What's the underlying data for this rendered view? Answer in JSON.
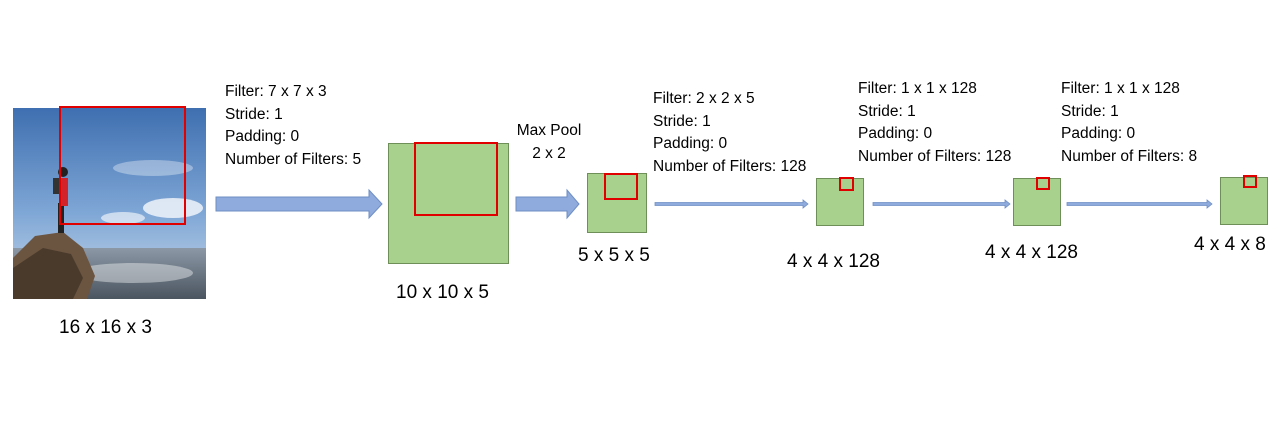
{
  "input": {
    "label": "16 x 16 x 3"
  },
  "conv1": {
    "filter": "Filter:  7 x 7 x 3",
    "stride": "Stride: 1",
    "padding": "Padding: 0",
    "filters": "Number of Filters: 5",
    "output": "10 x 10 x 5"
  },
  "pool": {
    "line1": "Max Pool",
    "line2": "2 x 2",
    "output": "5 x 5 x 5"
  },
  "conv2": {
    "filter": "Filter:  2 x 2 x 5",
    "stride": "Stride: 1",
    "padding": "Padding: 0",
    "filters": "Number of Filters: 128",
    "output": "4 x 4 x 128"
  },
  "conv3": {
    "filter": "Filter:  1 x 1 x 128",
    "stride": "Stride: 1",
    "padding": "Padding: 0",
    "filters": "Number of Filters: 128",
    "output": "4 x 4 x 128"
  },
  "conv4": {
    "filter": "Filter:  1 x 1 x 128",
    "stride": "Stride: 1",
    "padding": "Padding: 0",
    "filters": "Number of Filters: 8",
    "output": "4 x 4 x 8"
  },
  "colors": {
    "block_fill": "#a9d18e",
    "filter_box": "#e00000",
    "arrow_fill": "#8faadc"
  }
}
